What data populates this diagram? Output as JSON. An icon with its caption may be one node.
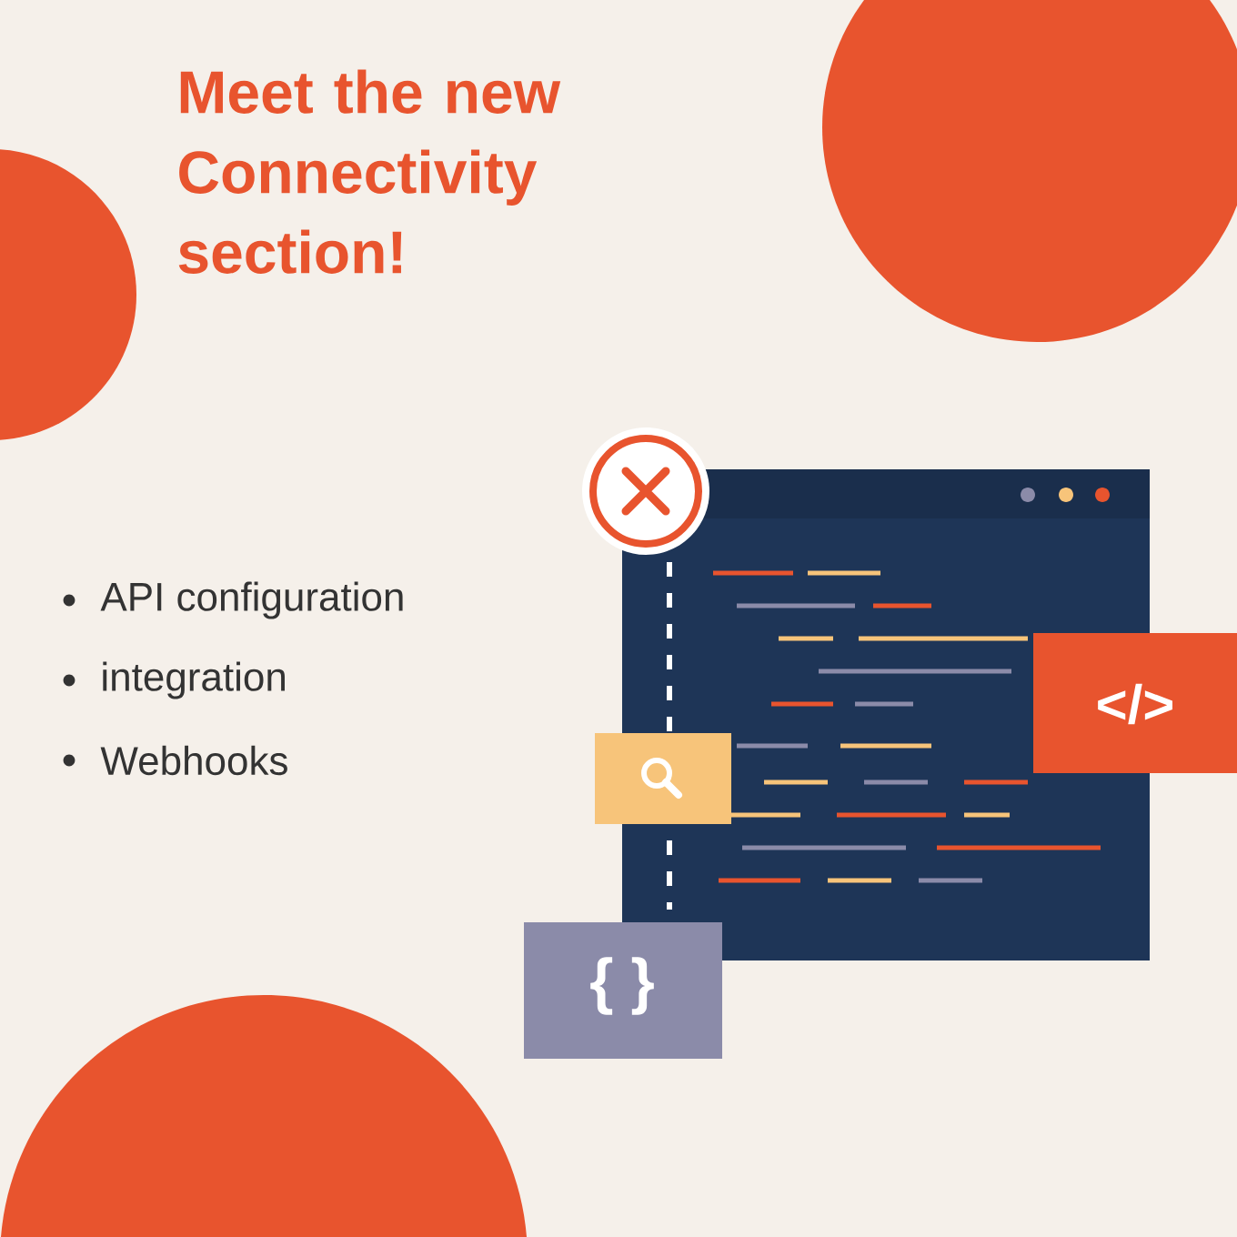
{
  "diagram": {
    "title": "Meet the new Connectivity section!",
    "labels": [
      "API configuration",
      "integration",
      "Webhooks",
      "</>",
      "{ }"
    ]
  }
}
